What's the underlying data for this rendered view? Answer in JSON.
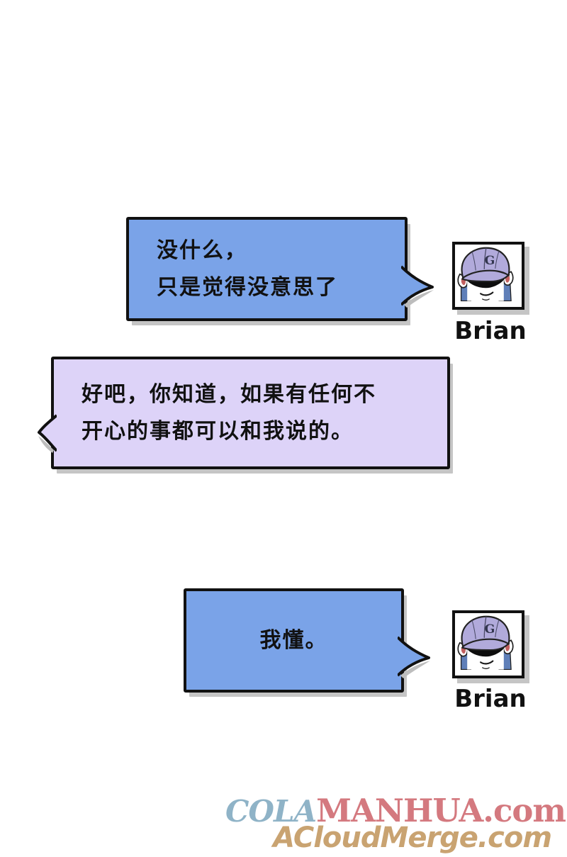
{
  "comic": {
    "bubbles": [
      {
        "speaker": "Brian",
        "tail": "right",
        "color": "#7AA3E8",
        "lines": [
          "没什么，",
          "只是觉得没意思了"
        ]
      },
      {
        "speaker": "off-screen",
        "tail": "left",
        "color": "#DDD3F8",
        "lines": [
          "好吧，你知道，如果有任何不",
          "开心的事都可以和我说的。"
        ]
      },
      {
        "speaker": "Brian",
        "tail": "right",
        "color": "#7AA3E8",
        "lines": [
          "我懂。"
        ]
      }
    ],
    "characters": [
      {
        "name": "Brian",
        "cap_letter": "G"
      },
      {
        "name": "Brian",
        "cap_letter": "G"
      }
    ],
    "watermark": {
      "site1_script": "COLA",
      "site1_rest": "MANHUA.com",
      "site2": "ACloudMerge.com"
    },
    "colors": {
      "bubble_blue": "#7AA3E8",
      "bubble_purple": "#DDD3F8",
      "outline": "#111111",
      "shadow": "#c5c5c5",
      "cap": "#B1AADB",
      "hair": "#5F7FB8",
      "ear_inner": "#C2605F",
      "watermark_blue": "#8FB3C7",
      "watermark_rose": "#D4797F",
      "watermark_tan": "#C9A371"
    }
  }
}
